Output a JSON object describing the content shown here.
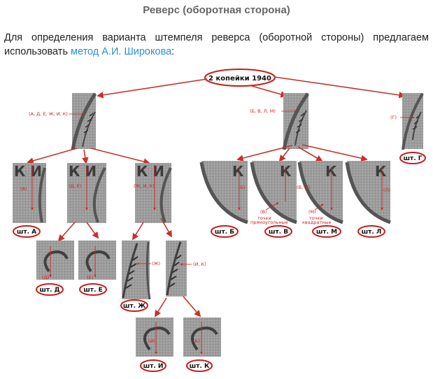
{
  "title": "Реверс (оборотная сторона)",
  "intro": {
    "text_before": "Для определения варианта штемпеля реверса (оборотной стороны) предлагаем использовать ",
    "link": "метод А.И. Широкова",
    "text_after": ":"
  },
  "colors": {
    "accent": "#d42222",
    "link": "#2a8fd0",
    "title": "#666666"
  },
  "root_label": "2 копейки 1940",
  "group_labels": {
    "left": "(А, Д, Е, Ж, И, К)",
    "center": "(Б, В, Л, М)",
    "right": "(Г)"
  },
  "mid_labels": {
    "a": "(А)",
    "de": "(Д, Е)",
    "zhik": "(Ж, И, К)",
    "b": "(Б)",
    "v": "(В)",
    "vm": "(В, М)",
    "m": "(М)",
    "l": "(Л)"
  },
  "notes": {
    "v_dots": [
      "точки",
      "прямоугольные"
    ],
    "m_dots": [
      "точки",
      "квадратные"
    ]
  },
  "sub_labels": {
    "d": "(Д)",
    "e": "(Е)",
    "zh": "(Ж)",
    "ik": "(И, К)",
    "i": "(И)",
    "k": "(К)"
  },
  "stamps": {
    "a": "шт. А",
    "b": "шт. Б",
    "v": "шт. В",
    "m": "шт. М",
    "l": "шт. Л",
    "g": "шт. Г",
    "d": "шт. Д",
    "e": "шт. Е",
    "zh": "шт. Ж",
    "i": "шт. И",
    "k": "шт. К"
  }
}
